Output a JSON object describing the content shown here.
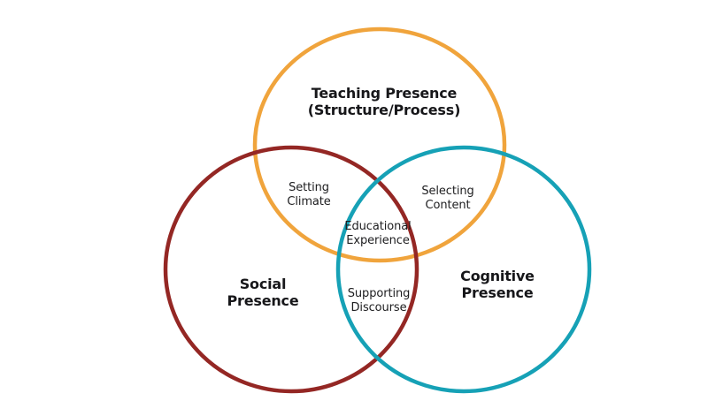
{
  "venn": {
    "background_color": "#ffffff",
    "text_color": "#1d1d1f",
    "circles": [
      {
        "name": "teaching-presence",
        "line1": "Teaching Presence",
        "line2": "(Structure/Process)",
        "color": "#F0A43C"
      },
      {
        "name": "social-presence",
        "line1": "Social",
        "line2": "Presence",
        "color": "#942724"
      },
      {
        "name": "cognitive-presence",
        "line1": "Cognitive",
        "line2": "Presence",
        "color": "#16A1B6"
      }
    ],
    "intersections": [
      {
        "name": "setting-climate",
        "line1": "Setting",
        "line2": "Climate"
      },
      {
        "name": "selecting-content",
        "line1": "Selecting",
        "line2": "Content"
      },
      {
        "name": "educational-experience",
        "line1": "Educational",
        "line2": "Experience"
      },
      {
        "name": "supporting-discourse",
        "line1": "Supporting",
        "line2": "Discourse"
      }
    ]
  }
}
